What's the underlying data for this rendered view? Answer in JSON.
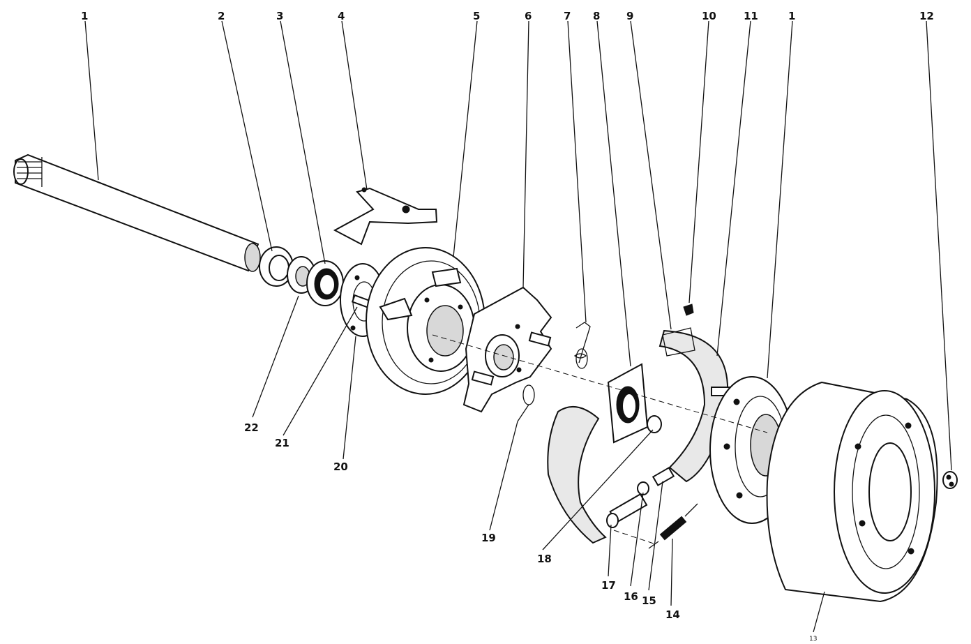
{
  "diagram": {
    "callouts": [
      {
        "id": "c1a",
        "label": "1"
      },
      {
        "id": "c2",
        "label": "2"
      },
      {
        "id": "c3",
        "label": "3"
      },
      {
        "id": "c4",
        "label": "4"
      },
      {
        "id": "c5",
        "label": "5"
      },
      {
        "id": "c6",
        "label": "6"
      },
      {
        "id": "c7",
        "label": "7"
      },
      {
        "id": "c8",
        "label": "8"
      },
      {
        "id": "c9",
        "label": "9"
      },
      {
        "id": "c10",
        "label": "10"
      },
      {
        "id": "c11",
        "label": "11"
      },
      {
        "id": "c1b",
        "label": "1"
      },
      {
        "id": "c12",
        "label": "12"
      },
      {
        "id": "c22",
        "label": "22"
      },
      {
        "id": "c21",
        "label": "21"
      },
      {
        "id": "c20",
        "label": "20"
      },
      {
        "id": "c19",
        "label": "19"
      },
      {
        "id": "c18",
        "label": "18"
      },
      {
        "id": "c17",
        "label": "17"
      },
      {
        "id": "c16",
        "label": "16"
      },
      {
        "id": "c15",
        "label": "15"
      },
      {
        "id": "c14",
        "label": "14"
      },
      {
        "id": "c13",
        "label": "13"
      }
    ]
  }
}
